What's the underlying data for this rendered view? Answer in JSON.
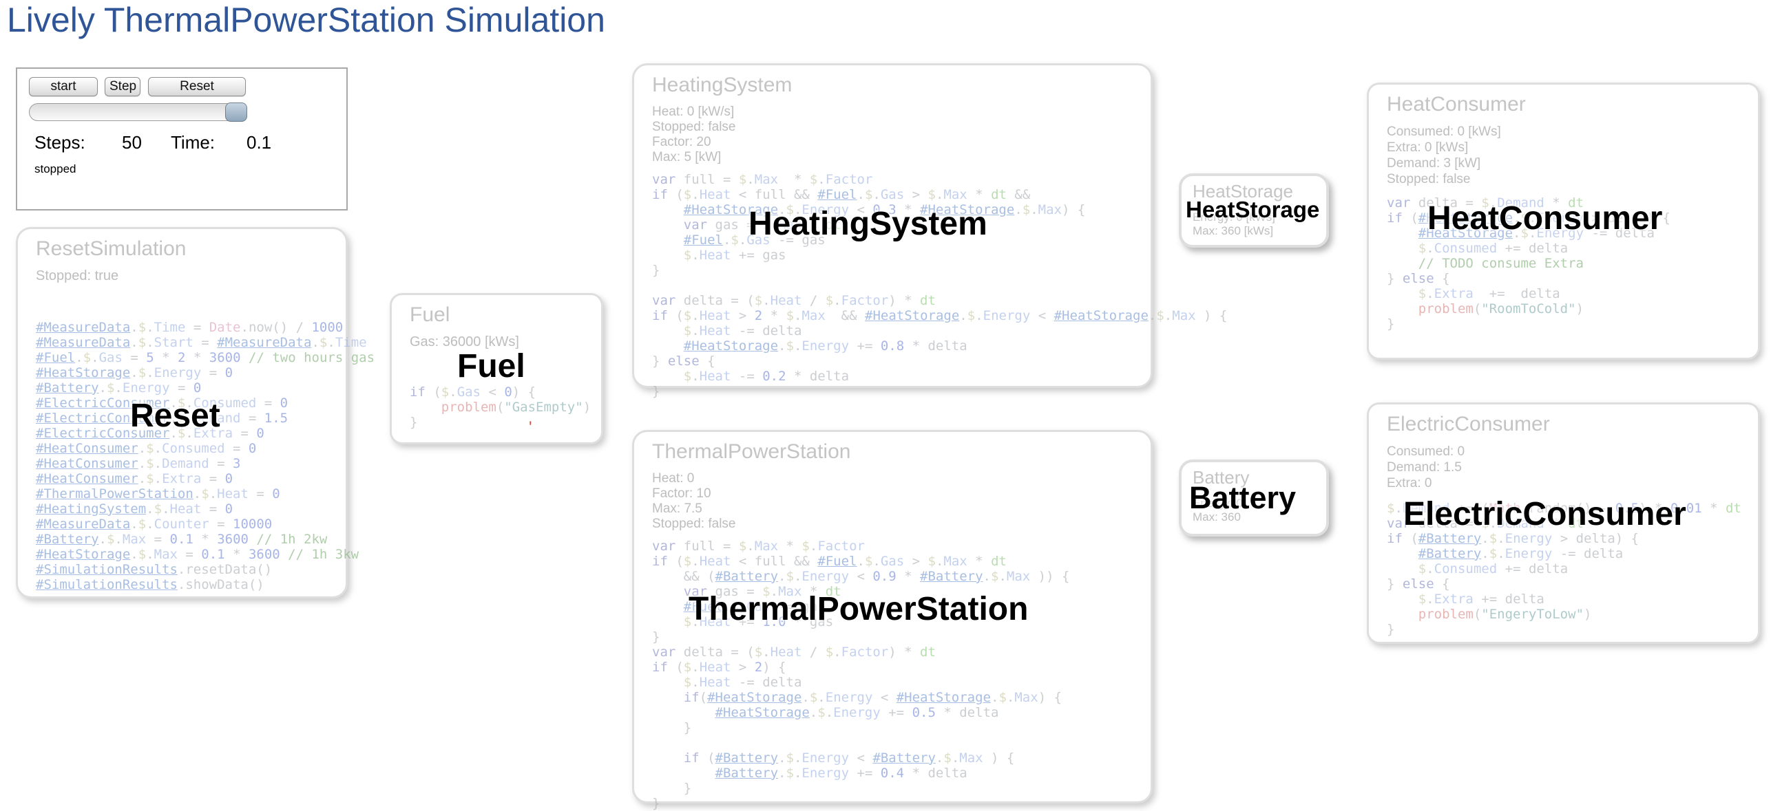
{
  "page": {
    "title": "Lively ThermalPowerStation Simulation"
  },
  "controls": {
    "start_label": "start",
    "step_label": "Step",
    "reset_label": "Reset",
    "steps_label": "Steps:",
    "steps_value": "50",
    "time_label": "Time:",
    "time_value": "0.1",
    "status": "stopped",
    "slider_position": "right-end"
  },
  "colors": {
    "title_blue": "#2f5597",
    "box_border": "#dedede",
    "faded_text": "#bdbdbd",
    "overlay_black": "#000000"
  },
  "boxes": {
    "reset_simulation": {
      "title": "ResetSimulation",
      "stats": "Stopped: true",
      "overlay_label": "Reset",
      "code": "#MeasureData.$.Time = Date.now() / 1000\n#MeasureData.$.Start = #MeasureData.$.Time\n#Fuel.$.Gas = 5 * 2 * 3600 // two hours gas\n#HeatStorage.$.Energy = 0\n#Battery.$.Energy = 0\n#ElectricConsumer.$.Consumed = 0\n#ElectricConsumer.$.Demand = 1.5\n#ElectricConsumer.$.Extra = 0\n#HeatConsumer.$.Consumed = 0\n#HeatConsumer.$.Demand = 3\n#HeatConsumer.$.Extra = 0\n#ThermalPowerStation.$.Heat = 0\n#HeatingSystem.$.Heat = 0\n#MeasureData.$.Counter = 10000\n#Battery.$.Max = 0.1 * 3600 // 1h 2kw\n#HeatStorage.$.Max = 0.1 * 3600 // 1h 3kw\n#SimulationResults.resetData()\n#SimulationResults.showData()"
    },
    "fuel": {
      "title": "Fuel",
      "stats": "Gas: 36000 [kWs]",
      "overlay_label": "Fuel",
      "red_mark": "'",
      "code": "if ($.Gas < 0) {\n    problem(\"GasEmpty\")\n}"
    },
    "heating_system": {
      "title": "HeatingSystem",
      "stats": "Heat: 0 [kW/s]\nStopped: false\nFactor: 20\nMax: 5 [kW]",
      "overlay_label": "HeatingSystem",
      "code": "var full = $.Max  * $.Factor\nif ($.Heat < full && #Fuel.$.Gas > $.Max * dt &&\n    #HeatStorage.$.Energy < 0.3 * #HeatStorage.$.Max) {\n    var gas = $.Max * dt\n    #Fuel.$.Gas -= gas\n    $.Heat += gas\n}\n\nvar delta = ($.Heat / $.Factor) * dt\nif ($.Heat > 2 * $.Max  && #HeatStorage.$.Energy < #HeatStorage.$.Max ) {\n    $.Heat -= delta\n    #HeatStorage.$.Energy += 0.8 * delta\n} else {\n    $.Heat -= 0.2 * delta\n}"
    },
    "thermal_power_station": {
      "title": "ThermalPowerStation",
      "stats": "Heat: 0\nFactor: 10\nMax: 7.5\nStopped: false",
      "overlay_label": "ThermalPowerStation",
      "code": "var full = $.Max * $.Factor\nif ($.Heat < full && #Fuel.$.Gas > $.Max * dt\n    && (#Battery.$.Energy < 0.9 * #Battery.$.Max )) {\n    var gas = $.Max * dt\n    #Fuel.$.Gas -= gas\n    $.Heat += 1.0 * gas\n}\nvar delta = ($.Heat / $.Factor) * dt\nif ($.Heat > 2) {\n    $.Heat -= delta\n    if(#HeatStorage.$.Energy < #HeatStorage.$.Max) {\n        #HeatStorage.$.Energy += 0.5 * delta\n    }\n\n    if (#Battery.$.Energy < #Battery.$.Max ) {\n        #Battery.$.Energy += 0.4 * delta\n    }\n}"
    },
    "heat_storage": {
      "title": "HeatStorage",
      "stats": "Energy: 0 [kWs]\nMax: 360 [kWs]",
      "overlay_label": "HeatStorage"
    },
    "battery": {
      "title": "Battery",
      "stats": "Energy: 0\nMax: 360",
      "overlay_label": "Battery"
    },
    "heat_consumer": {
      "title": "HeatConsumer",
      "stats": "Consumed: 0 [kWs]\nExtra: 0 [kWs]\nDemand: 3 [kW]\nStopped: false",
      "overlay_label": "HeatConsumer",
      "code": "var delta = $.Demand * dt\nif (#HeatStorage.$.Energy > delta) {\n    #HeatStorage.$.Energy -= delta\n    $.Consumed += delta\n    // TODO consume Extra\n} else {\n    $.Extra  +=  delta\n    problem(\"RoomToCold\")\n}"
    },
    "electric_consumer": {
      "title": "ElectricConsumer",
      "stats": "Consumed: 0\nDemand: 1.5\nExtra: 0",
      "overlay_label": "ElectricConsumer",
      "code": "$.Demand += (Math.random() - 0.5) * 0.01 * dt\nvar delta = $.Demand * dt\nif (#Battery.$.Energy > delta) {\n    #Battery.$.Energy -= delta\n    $.Consumed += delta\n} else {\n    $.Extra += delta\n    problem(\"EngeryToLow\")\n}"
    }
  }
}
